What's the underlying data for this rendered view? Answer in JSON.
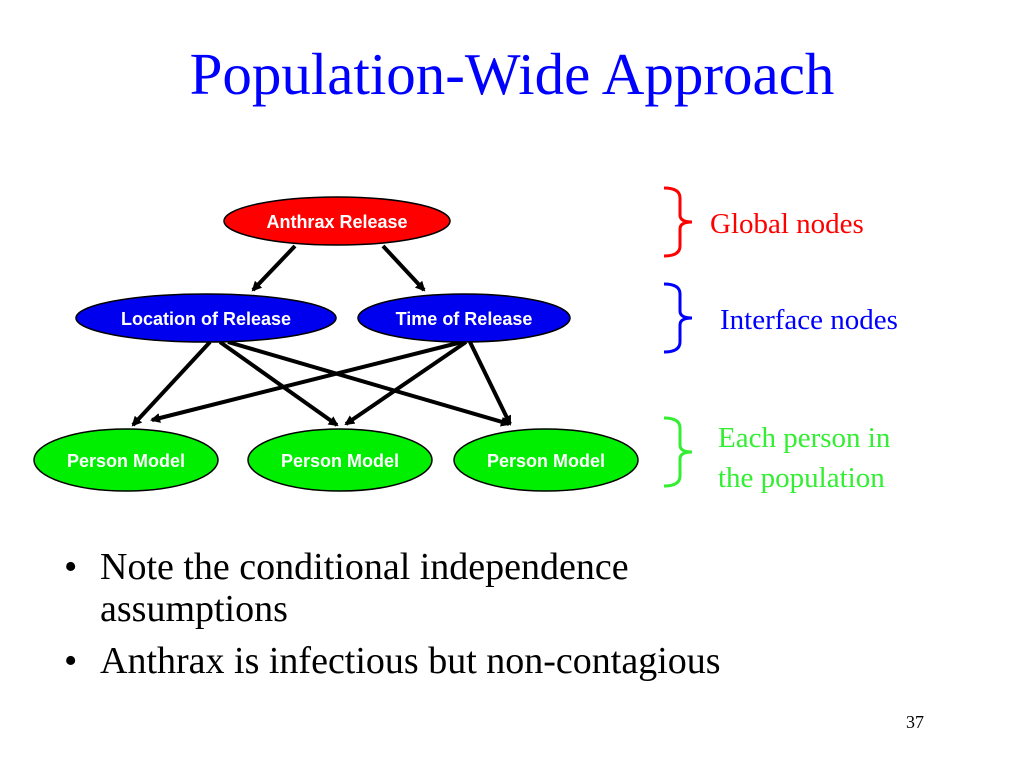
{
  "slide": {
    "title": "Population-Wide Approach",
    "page_number": "37"
  },
  "diagram": {
    "nodes": {
      "anthrax": {
        "label": "Anthrax Release",
        "color": "#ff0000"
      },
      "location": {
        "label": "Location of Release",
        "color": "#0000ee"
      },
      "time": {
        "label": "Time of Release",
        "color": "#0000ee"
      },
      "person1": {
        "label": "Person Model",
        "color": "#00ee00"
      },
      "person2": {
        "label": "Person Model",
        "color": "#00ee00"
      },
      "person3": {
        "label": "Person Model",
        "color": "#00ee00"
      }
    },
    "brace_labels": {
      "global": {
        "text": "Global nodes",
        "color": "#ff0000"
      },
      "interface": {
        "text": "Interface nodes",
        "color": "#0000ff"
      },
      "person_line1": "Each person in",
      "person_line2": "the population",
      "person_color": "#33ee33"
    }
  },
  "bullets": [
    {
      "line1": "Note the conditional independence",
      "line2": "assumptions"
    },
    {
      "line1": "Anthrax is infectious but non-contagious"
    }
  ]
}
